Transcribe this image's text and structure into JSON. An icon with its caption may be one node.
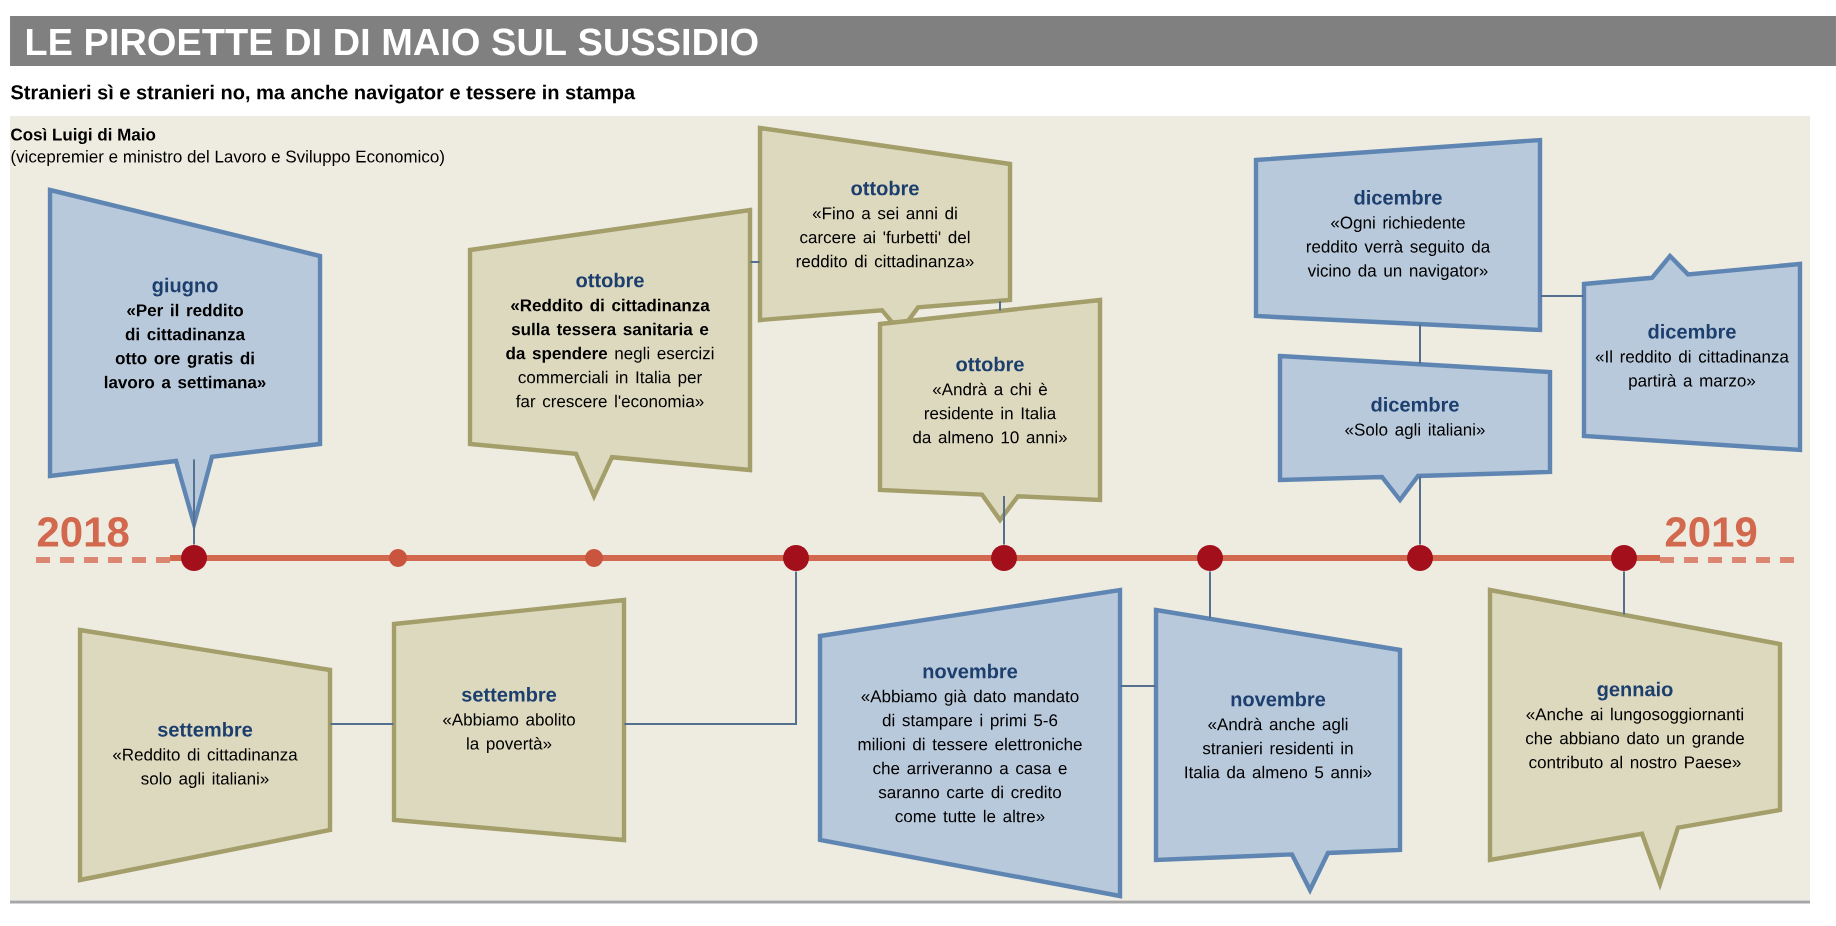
{
  "diagram": {
    "title": "LE PIROETTE DI DI MAIO SUL SUSSIDIO",
    "nodes": [
      {
        "text": [
          "giugno",
          "«Per il reddito di cittadinanza otto ore gratis di lavoro a settimana»"
        ]
      },
      {
        "text": [
          "ottobre",
          "**«Reddito di cittadinanza sulla tessera sanitaria e da spendere** negli esercizi commerciali in Italia per far crescere l'economia»"
        ]
      },
      {
        "text": [
          "ottobre",
          "«Fino a sei anni di carcere ai 'furbetti' del reddito di cittadinanza»"
        ]
      },
      {
        "text": [
          "ottobre",
          "«Andrà a chi è residente in Italia da almeno 10 anni»"
        ]
      },
      {
        "text": [
          "dicembre",
          "«Ogni richiedente reddito verrà seguito da vicino da un navigator»"
        ]
      },
      {
        "text": [
          "dicembre",
          "«Il reddito di cittadinanza partirà a marzo»"
        ]
      },
      {
        "text": [
          "dicembre",
          "«Solo agli italiani»"
        ]
      },
      {
        "text": [
          "settembre",
          "«Reddito di cittadinanza solo agli italiani»"
        ]
      },
      {
        "text": [
          "settembre",
          "«Abbiamo abolito la povertà»"
        ]
      },
      {
        "text": [
          "novembre",
          "«Abbiamo già dato mandato di stampare i primi 5-6 milioni di tessere elettroniche che arriveranno a casa e saranno carte di credito come tutte le altre»"
        ]
      },
      {
        "text": [
          "novembre",
          "«Andrà anche agli stranieri residenti in Italia da almeno 5 anni»"
        ]
      },
      {
        "text": [
          "gennaio",
          "«Anche ai lungosoggiornanti che abbiano dato un grande contributo al nostro Paese»"
        ]
      },
      {
        "text": [],
        "shape": "circle"
      },
      {
        "text": [],
        "shape": "circle"
      },
      {
        "text": [],
        "shape": "circle"
      },
      {
        "text": [],
        "shape": "circle"
      },
      {
        "text": [],
        "shape": "circle"
      },
      {
        "text": [],
        "shape": "circle"
      },
      {
        "text": [],
        "shape": "circle"
      },
      {
        "text": [],
        "shape": "circle"
      }
    ],
    "edges": [
      {
        "from": 0,
        "to": 12,
        "arrow": "none"
      },
      {
        "from": 1,
        "to": 2,
        "arrow": "none"
      },
      {
        "from": 2,
        "to": 3,
        "arrow": "none"
      },
      {
        "from": 3,
        "to": 16,
        "arrow": "none"
      },
      {
        "from": 4,
        "to": 5,
        "arrow": "none"
      },
      {
        "from": 4,
        "to": 6,
        "arrow": "none"
      },
      {
        "from": 6,
        "to": 18,
        "arrow": "none"
      },
      {
        "from": 7,
        "to": 8,
        "arrow": "none"
      },
      {
        "from": 8,
        "to": 15,
        "arrow": "none"
      },
      {
        "from": 9,
        "to": 10,
        "arrow": "none"
      },
      {
        "from": 10,
        "to": 17,
        "arrow": "none"
      },
      {
        "from": 11,
        "to": 19,
        "arrow": "none"
      }
    ],
    "labels": [
      "Stranieri sì e stranieri no, ma anche navigator e tessere in stampa",
      "Così Luigi di Maio",
      "(vicepremier e ministro del Lavoro e Sviluppo Economico)",
      "2018",
      "2019"
    ]
  }
}
